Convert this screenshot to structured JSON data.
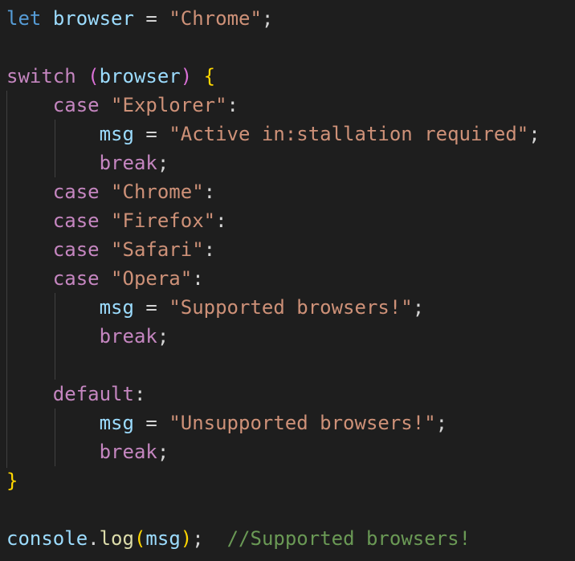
{
  "editor": {
    "theme": "dark",
    "colors": {
      "background": "#1e1e1e",
      "keyword": "#569cd6",
      "control": "#c586c0",
      "variable": "#9cdcfe",
      "string": "#ce9178",
      "punctuation": "#d4d4d4",
      "function": "#dcdcaa",
      "comment": "#6a9955",
      "bracket_level1": "#ffd700",
      "bracket_level2": "#da70d6"
    },
    "lines": [
      [
        [
          "keyword",
          "let"
        ],
        [
          "punct",
          " "
        ],
        [
          "variable",
          "browser"
        ],
        [
          "punct",
          " = "
        ],
        [
          "string",
          "\"Chrome\""
        ],
        [
          "punct",
          ";"
        ]
      ],
      [],
      [
        [
          "control",
          "switch"
        ],
        [
          "punct",
          " "
        ],
        [
          "bracket2",
          "("
        ],
        [
          "variable",
          "browser"
        ],
        [
          "bracket2",
          ")"
        ],
        [
          "punct",
          " "
        ],
        [
          "bracket1",
          "{"
        ]
      ],
      [
        [
          "punct",
          "    "
        ],
        [
          "control",
          "case"
        ],
        [
          "punct",
          " "
        ],
        [
          "string",
          "\"Explorer\""
        ],
        [
          "punct",
          ":"
        ]
      ],
      [
        [
          "punct",
          "        "
        ],
        [
          "variable",
          "msg"
        ],
        [
          "punct",
          " = "
        ],
        [
          "string",
          "\"Active in:stallation required\""
        ],
        [
          "punct",
          ";"
        ]
      ],
      [
        [
          "punct",
          "        "
        ],
        [
          "control",
          "break"
        ],
        [
          "punct",
          ";"
        ]
      ],
      [
        [
          "punct",
          "    "
        ],
        [
          "control",
          "case"
        ],
        [
          "punct",
          " "
        ],
        [
          "string",
          "\"Chrome\""
        ],
        [
          "punct",
          ":"
        ]
      ],
      [
        [
          "punct",
          "    "
        ],
        [
          "control",
          "case"
        ],
        [
          "punct",
          " "
        ],
        [
          "string",
          "\"Firefox\""
        ],
        [
          "punct",
          ":"
        ]
      ],
      [
        [
          "punct",
          "    "
        ],
        [
          "control",
          "case"
        ],
        [
          "punct",
          " "
        ],
        [
          "string",
          "\"Safari\""
        ],
        [
          "punct",
          ":"
        ]
      ],
      [
        [
          "punct",
          "    "
        ],
        [
          "control",
          "case"
        ],
        [
          "punct",
          " "
        ],
        [
          "string",
          "\"Opera\""
        ],
        [
          "punct",
          ":"
        ]
      ],
      [
        [
          "punct",
          "        "
        ],
        [
          "variable",
          "msg"
        ],
        [
          "punct",
          " = "
        ],
        [
          "string",
          "\"Supported browsers!\""
        ],
        [
          "punct",
          ";"
        ]
      ],
      [
        [
          "punct",
          "        "
        ],
        [
          "control",
          "break"
        ],
        [
          "punct",
          ";"
        ]
      ],
      [],
      [
        [
          "punct",
          "    "
        ],
        [
          "control",
          "default"
        ],
        [
          "punct",
          ":"
        ]
      ],
      [
        [
          "punct",
          "        "
        ],
        [
          "variable",
          "msg"
        ],
        [
          "punct",
          " = "
        ],
        [
          "string",
          "\"Unsupported browsers!\""
        ],
        [
          "punct",
          ";"
        ]
      ],
      [
        [
          "punct",
          "        "
        ],
        [
          "control",
          "break"
        ],
        [
          "punct",
          ";"
        ]
      ],
      [
        [
          "bracket1",
          "}"
        ]
      ],
      [],
      [
        [
          "variable",
          "console"
        ],
        [
          "punct",
          "."
        ],
        [
          "function",
          "log"
        ],
        [
          "bracket1",
          "("
        ],
        [
          "variable",
          "msg"
        ],
        [
          "bracket1",
          ")"
        ],
        [
          "punct",
          ";  "
        ],
        [
          "comment",
          "//Supported browsers!"
        ]
      ]
    ]
  }
}
